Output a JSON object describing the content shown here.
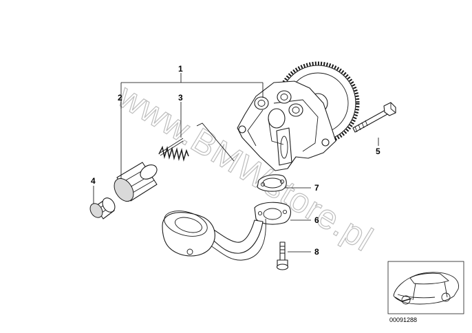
{
  "callouts": [
    "1",
    "2",
    "3",
    "4",
    "5",
    "6",
    "7",
    "8"
  ],
  "diagram_id": "00091288",
  "watermark": "www.BMWstore.pl",
  "colors": {
    "line": "#1a1a1a",
    "watermark": "#bdbdbd",
    "background": "#ffffff"
  }
}
